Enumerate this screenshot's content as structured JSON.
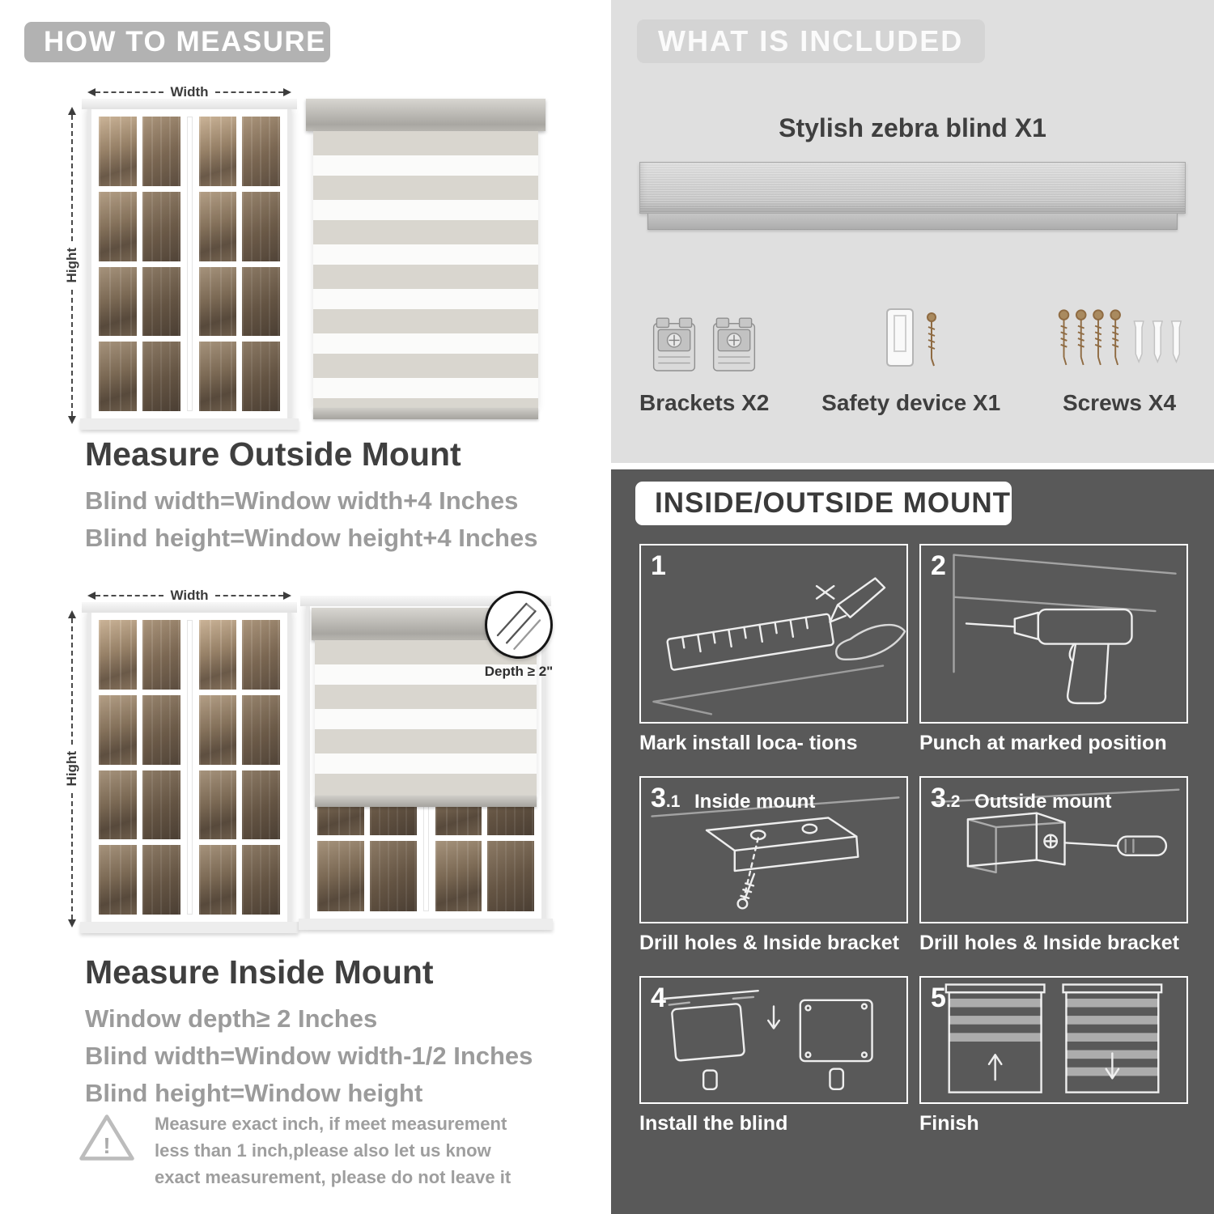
{
  "palette": {
    "left_banner_bg": "#b2b2b2",
    "light_panel_bg": "#dfdfdf",
    "dark_panel_bg": "#595959",
    "heading_text": "#3f3f3f",
    "body_text": "#9b9b9b",
    "caption_text": "#ffffff"
  },
  "how_to_measure": {
    "header": "HOW TO MEASURE",
    "dim_labels": {
      "width": "Width",
      "height": "Hight"
    },
    "outside_mount": {
      "title": "Measure Outside Mount",
      "line1": "Blind width=Window width+4 Inches",
      "line2": "Blind height=Window height+4 Inches"
    },
    "inside_mount": {
      "title": "Measure Inside Mount",
      "depth_callout": "Depth ≥ 2\"",
      "line1": "Window depth≥ 2 Inches",
      "line2": "Blind width=Window width-1/2 Inches",
      "line3": "Blind height=Window height"
    },
    "warning_icon": "!",
    "warning_text": "Measure exact inch, if meet measurement less than 1 inch,please also let us know exact measurement, please do not leave it"
  },
  "included": {
    "header": "WHAT IS INCLUDED",
    "blind_label": "Stylish zebra blind X1",
    "items": [
      {
        "label": "Brackets X2"
      },
      {
        "label": "Safety device X1"
      },
      {
        "label": "Screws X4"
      }
    ]
  },
  "mount_guide": {
    "header": "INSIDE/OUTSIDE MOUNT",
    "steps": [
      {
        "num": "1",
        "sub": "",
        "title": "",
        "caption": "Mark install loca- tions"
      },
      {
        "num": "2",
        "sub": "",
        "title": "",
        "caption": "Punch at  marked position"
      },
      {
        "num": "3",
        "sub": ".1",
        "title": "Inside mount",
        "caption": "Drill holes &  Inside bracket"
      },
      {
        "num": "3",
        "sub": ".2",
        "title": "Outside mount",
        "caption": "Drill holes &  Inside bracket"
      },
      {
        "num": "4",
        "sub": "",
        "title": "",
        "caption": "Install the blind"
      },
      {
        "num": "5",
        "sub": "",
        "title": "",
        "caption": "Finish"
      }
    ]
  }
}
